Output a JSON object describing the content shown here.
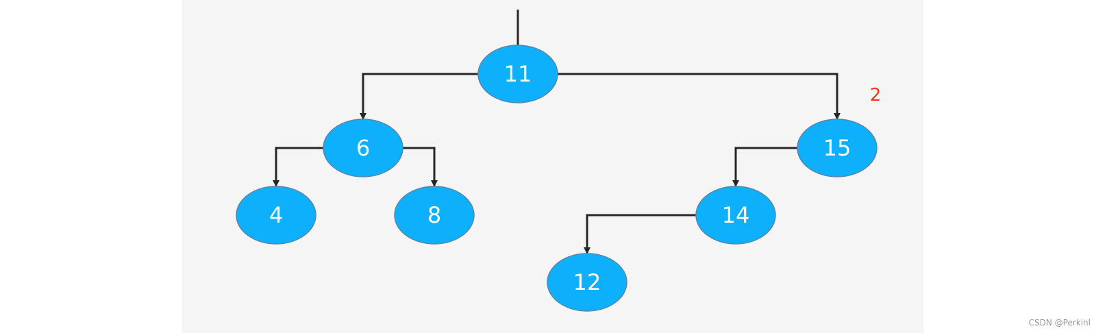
{
  "diagram": {
    "type": "binary-search-tree",
    "annotation": "2",
    "nodes": [
      {
        "id": "n11",
        "label": "11"
      },
      {
        "id": "n6",
        "label": "6"
      },
      {
        "id": "n15",
        "label": "15"
      },
      {
        "id": "n4",
        "label": "4"
      },
      {
        "id": "n8",
        "label": "8"
      },
      {
        "id": "n14",
        "label": "14"
      },
      {
        "id": "n12",
        "label": "12"
      }
    ],
    "edges": [
      {
        "from": "n11",
        "to": "n6"
      },
      {
        "from": "n11",
        "to": "n15"
      },
      {
        "from": "n6",
        "to": "n4"
      },
      {
        "from": "n6",
        "to": "n8"
      },
      {
        "from": "n15",
        "to": "n14"
      },
      {
        "from": "n14",
        "to": "n12"
      }
    ],
    "colors": {
      "node_fill": "#0eaffb",
      "node_stroke": "#5a87a6",
      "edge": "#262626",
      "annotation": "#f0381f",
      "panel": "#f5f5f5"
    }
  },
  "watermark": "CSDN @Perkinl"
}
